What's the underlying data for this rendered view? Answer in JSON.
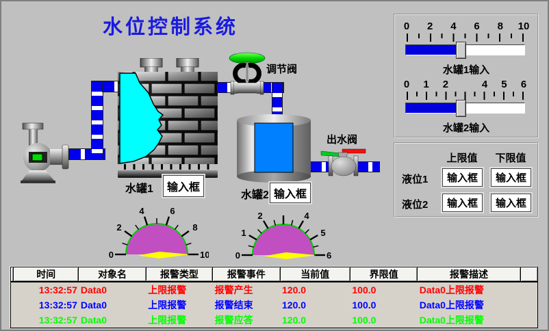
{
  "window": {
    "title": "水位控制系统"
  },
  "colors": {
    "background": "#c0c0c0",
    "title_blue": "#1a1ae0",
    "pipe_blue": "#0000ee",
    "tank1_water_cyan": "#00ffff",
    "tank2_water_blue": "#007fff",
    "gauge_purple": "#c24fc2",
    "gauge_arc_green": "#00cc00",
    "needle_yellow": "#ffff00",
    "slider_fill_blue": "#0000dd",
    "valve_disc_green": "#00dd00",
    "handle_green": "#00cc22",
    "handle_red": "#ee1111",
    "alarm_red": "#ff0000",
    "alarm_blue": "#0000ff",
    "alarm_green": "#00ff00"
  },
  "diagram": {
    "tank1_label": "水罐1",
    "tank2_label": "水罐2",
    "tank1_input_label": "输入框",
    "tank2_input_label": "输入框",
    "regulate_valve_label": "调节阀",
    "outlet_valve_label": "出水阀",
    "gauges": [
      {
        "tick_labels": [
          "0",
          "2",
          "4",
          "6",
          "8",
          "10"
        ],
        "needle_value": 10
      },
      {
        "tick_labels": [
          "0",
          "1",
          "2",
          "4",
          "5",
          "6"
        ],
        "needle_value": 6
      }
    ]
  },
  "sliders": [
    {
      "label": "水罐1输入",
      "tick_labels": [
        "0",
        "2",
        "4",
        "6",
        "8",
        "10"
      ],
      "fill_percent": 47
    },
    {
      "label": "水罐2输入",
      "tick_labels": [
        "0",
        "1",
        "2",
        "4",
        "5",
        "6"
      ],
      "fill_percent": 47
    }
  ],
  "limits_panel": {
    "headers": [
      "上限值",
      "下限值"
    ],
    "rows": [
      {
        "label": "液位1",
        "upper": "输入框",
        "lower": "输入框"
      },
      {
        "label": "液位2",
        "upper": "输入框",
        "lower": "输入框"
      }
    ]
  },
  "alarm_table": {
    "columns": [
      "时间",
      "对象名",
      "报警类型",
      "报警事件",
      "当前值",
      "界限值",
      "报警描述"
    ],
    "rows": [
      {
        "time": "13:32:57",
        "object": "Data0",
        "type": "上限报警",
        "event": "报警产生",
        "current": "120.0",
        "limit": "100.0",
        "desc": "Data0上限报警",
        "color": "#ff0000"
      },
      {
        "time": "13:32:57",
        "object": "Data0",
        "type": "上限报警",
        "event": "报警结束",
        "current": "120.0",
        "limit": "100.0",
        "desc": "Data0上限报警",
        "color": "#0000ff"
      },
      {
        "time": "13:32:57",
        "object": "Data0",
        "type": "上限报警",
        "event": "报警应答",
        "current": "120.0",
        "limit": "100.0",
        "desc": "Data0上限报警",
        "color": "#00ff00"
      }
    ]
  }
}
